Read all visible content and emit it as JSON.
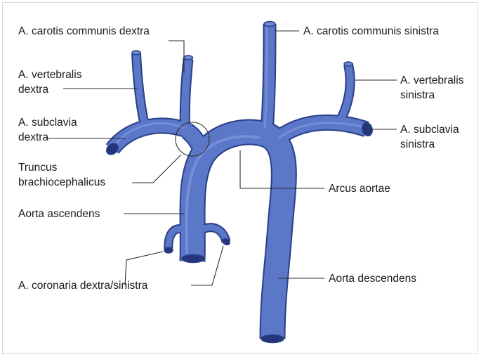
{
  "labels": {
    "carotis_dextra": "A. carotis communis dextra",
    "carotis_sinistra": "A. carotis communis sinistra",
    "vertebralis_dextra": "A. vertebralis\ndextra",
    "vertebralis_sinistra": "A. vertebralis\nsinistra",
    "subclavia_dextra": "A. subclavia\ndextra",
    "subclavia_sinistra": "A. subclavia\nsinistra",
    "truncus": "Truncus\nbrachiocephalicus",
    "arcus": "Arcus aortae",
    "aorta_ascendens": "Aorta ascendens",
    "aorta_descendens": "Aorta descendens",
    "coronaria": "A. coronaria dextra/sinistra"
  },
  "colors": {
    "vessel_fill": "#5a77c8",
    "vessel_outline": "#2a3f86",
    "vessel_lumen": "#24357a",
    "leader_line": "#2b2b2b"
  }
}
